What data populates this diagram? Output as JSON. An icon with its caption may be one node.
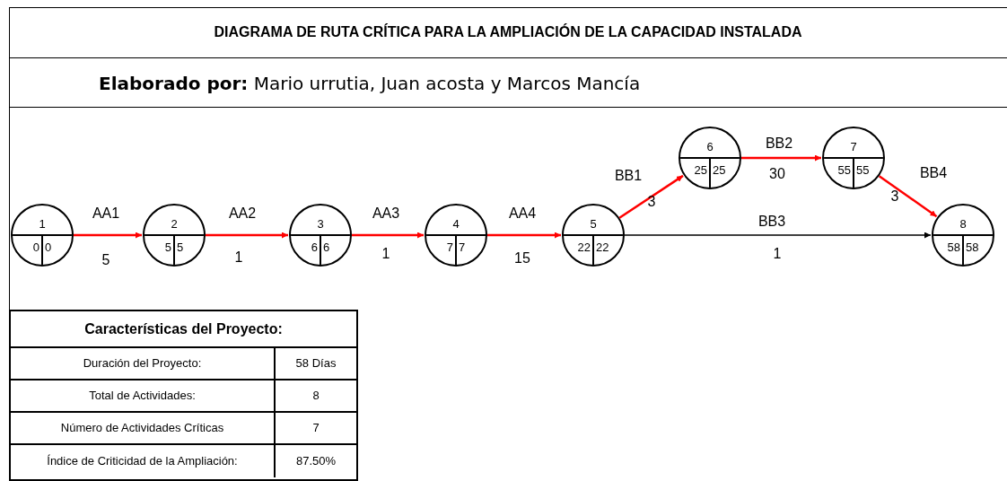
{
  "diagram": {
    "title": "DIAGRAMA DE RUTA CRÍTICA PARA LA AMPLIACIÓN DE LA CAPACIDAD INSTALADA",
    "nodes": [
      {
        "text": [
          "1",
          "0",
          "0"
        ]
      },
      {
        "text": [
          "2",
          "5",
          "5"
        ]
      },
      {
        "text": [
          "3",
          "6",
          "6"
        ]
      },
      {
        "text": [
          "4",
          "7",
          "7"
        ]
      },
      {
        "text": [
          "5",
          "22",
          "22"
        ]
      },
      {
        "text": [
          "6",
          "25",
          "25"
        ]
      },
      {
        "text": [
          "7",
          "55",
          "55"
        ]
      },
      {
        "text": [
          "8",
          "58",
          "58"
        ]
      }
    ],
    "edges": [
      {
        "from": 0,
        "to": 1,
        "arrow": "to",
        "label": "AA1"
      },
      {
        "from": 1,
        "to": 2,
        "arrow": "to",
        "label": "AA2"
      },
      {
        "from": 2,
        "to": 3,
        "arrow": "to",
        "label": "AA3"
      },
      {
        "from": 3,
        "to": 4,
        "arrow": "to",
        "label": "AA4"
      },
      {
        "from": 4,
        "to": 5,
        "arrow": "to",
        "label": "BB1"
      },
      {
        "from": 5,
        "to": 6,
        "arrow": "to",
        "label": "BB2"
      },
      {
        "from": 4,
        "to": 7,
        "arrow": "to",
        "label": "BB3",
        "color": "#000000"
      },
      {
        "from": 6,
        "to": 7,
        "arrow": "to",
        "label": "BB4"
      }
    ],
    "labels": [
      "**Elaborado por:** Mario urrutia, Juan acosta y Marcos Mancía",
      "5",
      "1",
      "1",
      "15",
      "3",
      "30",
      "1",
      "3",
      "Características del Proyecto:",
      "Duración del Proyecto:",
      "58 Días",
      "Total de Actividades:",
      "8",
      "Número de Actividades Críticas",
      "7",
      "Índice de Criticidad de la Ampliación:",
      "87.50%"
    ]
  }
}
